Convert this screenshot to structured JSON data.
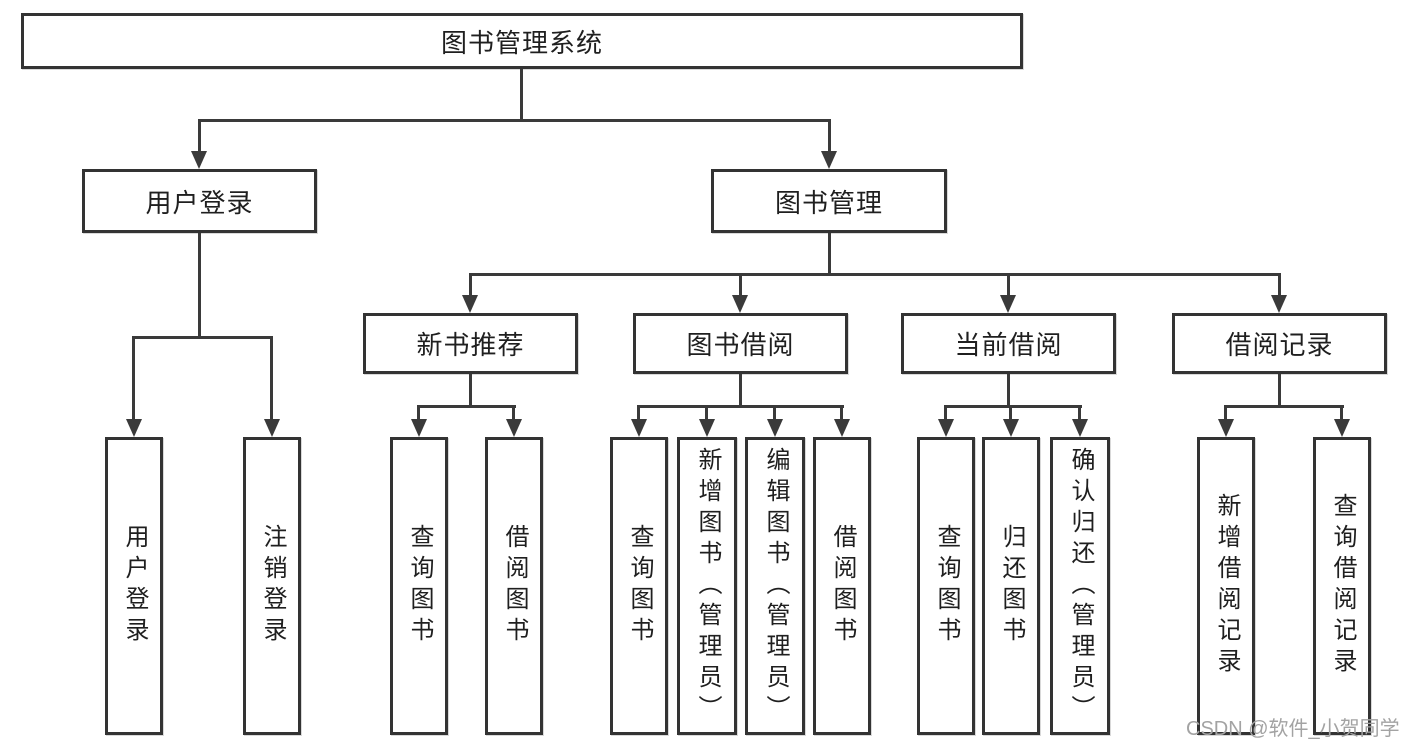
{
  "diagram_type": "tree",
  "colors": {
    "line": "#3a3a3a",
    "box_border": "#333333",
    "box_fill": "#ffffff",
    "text": "#1f1f1f",
    "watermark": "#a3a3a3"
  },
  "tree": {
    "root": {
      "label": "图书管理系统",
      "children": [
        {
          "label": "用户登录",
          "children": [
            {
              "label": "用户登录"
            },
            {
              "label": "注销登录"
            }
          ]
        },
        {
          "label": "图书管理",
          "children": [
            {
              "label": "新书推荐",
              "children": [
                {
                  "label": "查询图书"
                },
                {
                  "label": "借阅图书"
                }
              ]
            },
            {
              "label": "图书借阅",
              "children": [
                {
                  "label": "查询图书"
                },
                {
                  "label": "新增图书（管理员）"
                },
                {
                  "label": "编辑图书（管理员）"
                },
                {
                  "label": "借阅图书"
                }
              ]
            },
            {
              "label": "当前借阅",
              "children": [
                {
                  "label": "查询图书"
                },
                {
                  "label": "归还图书"
                },
                {
                  "label": "确认归还（管理员）"
                }
              ]
            },
            {
              "label": "借阅记录",
              "children": [
                {
                  "label": "新增借阅记录"
                },
                {
                  "label": "查询借阅记录"
                }
              ]
            }
          ]
        }
      ]
    }
  },
  "watermark": {
    "text": "CSDN @软件_小贺同学"
  }
}
